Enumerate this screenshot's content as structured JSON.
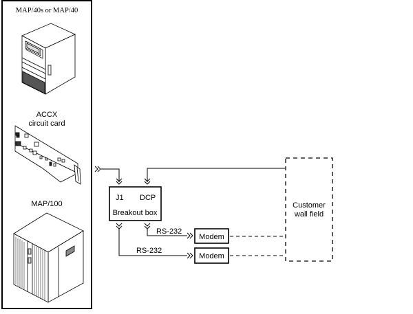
{
  "diagram": {
    "equipment_panel": {
      "items": [
        {
          "id": "map40",
          "label": "MAP/40s or MAP/40",
          "icon": "tower-server-icon"
        },
        {
          "id": "accx",
          "label_line1": "ACCX",
          "label_line2": "circuit card",
          "icon": "circuit-card-icon"
        },
        {
          "id": "map100",
          "label": "MAP/100",
          "icon": "cabinet-server-icon"
        }
      ]
    },
    "breakout_box": {
      "port_j1": "J1",
      "port_dcp": "DCP",
      "label": "Breakout box"
    },
    "modems": [
      {
        "label": "Modem",
        "link_label": "RS-232"
      },
      {
        "label": "Modem",
        "link_label": "RS-232"
      }
    ],
    "wall_field": {
      "line1": "Customer",
      "line2": "wall field"
    },
    "connector_symbol": "chevron-connector-icon"
  }
}
